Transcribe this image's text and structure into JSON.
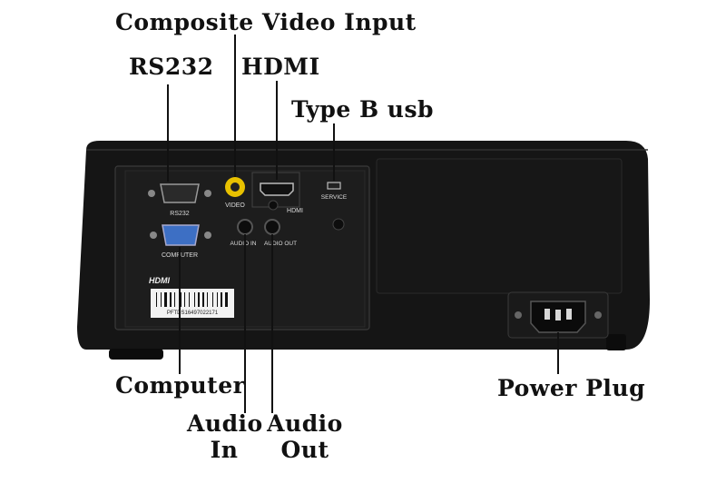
{
  "callouts": {
    "composite_video": "Composite Video Input",
    "rs232": "RS232",
    "hdmi": "HDMI",
    "usb": "Type B usb",
    "computer": "Computer",
    "audio_in_line1": "Audio",
    "audio_in_line2": "In",
    "audio_out_line1": "Audio",
    "audio_out_line2": "Out",
    "power": "Power Plug"
  },
  "panel_labels": {
    "rs232": "RS232",
    "video": "VIDEO",
    "hdmi": "HDMI",
    "service": "SERVICE",
    "computer": "COMPUTER",
    "audio_in": "AUDIO IN",
    "audio_out": "AUDIO OUT",
    "hdmi_logo": "HDMI",
    "barcode_serial": "PFTDS16497022171"
  },
  "colors": {
    "body": "#141414",
    "panel": "#1a1a1a",
    "leader_line": "#111111",
    "video_jack": "#e8c100",
    "vga_port": "#3d6fc4"
  }
}
